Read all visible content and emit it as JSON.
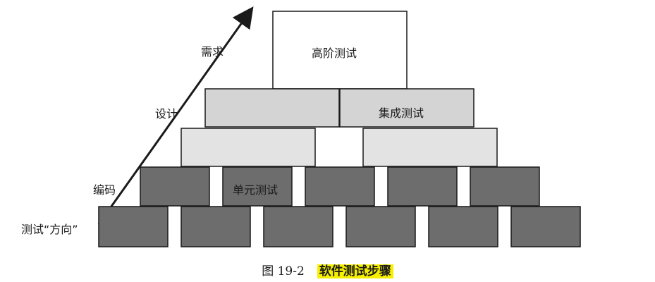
{
  "axis": {
    "labels": {
      "requirements": "需求",
      "design": "设计",
      "coding": "编码",
      "direction": "测试“方向”"
    }
  },
  "levels": {
    "high": "高阶测试",
    "integration": "集成测试",
    "unit": "单元测试"
  },
  "caption": {
    "number": "图 19-2",
    "title": "软件测试步骤"
  },
  "colors": {
    "dark_block": "#6d6d6d",
    "light_block": "#d2d2d2",
    "lighter_block": "#e2e2e2",
    "white_block": "#ffffff",
    "caption_highlight": "#f6f000"
  }
}
